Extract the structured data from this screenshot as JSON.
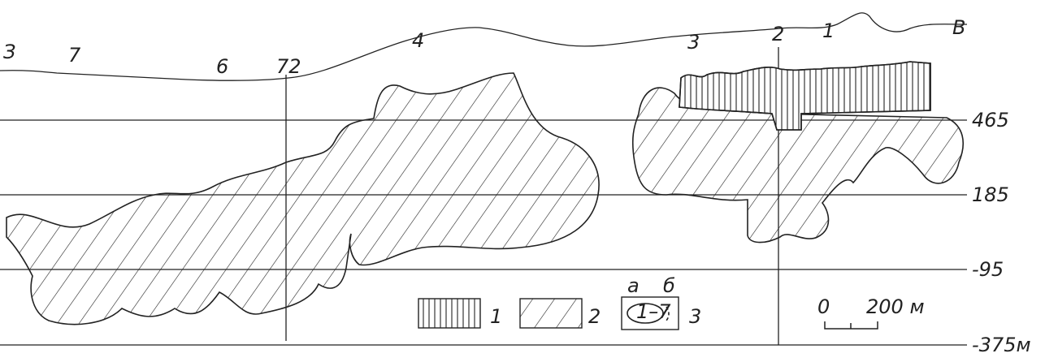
{
  "surface_labels": {
    "west": "З",
    "east": "В",
    "points": [
      "7",
      "6",
      "72",
      "4",
      "3",
      "2",
      "1"
    ]
  },
  "levels": [
    "465",
    "185",
    "-95",
    "-375м"
  ],
  "legend": {
    "items": [
      {
        "number": "1",
        "pattern": "vertical-hatch"
      },
      {
        "number": "2",
        "pattern": "diagonal-hatch"
      },
      {
        "number": "3",
        "inner_text": "1–7",
        "variant_a": "а",
        "variant_b": "б"
      }
    ]
  },
  "scale_bar": {
    "start": "0",
    "end": "200 м"
  },
  "colors": {
    "ink": "#222222",
    "background": "#ffffff"
  }
}
